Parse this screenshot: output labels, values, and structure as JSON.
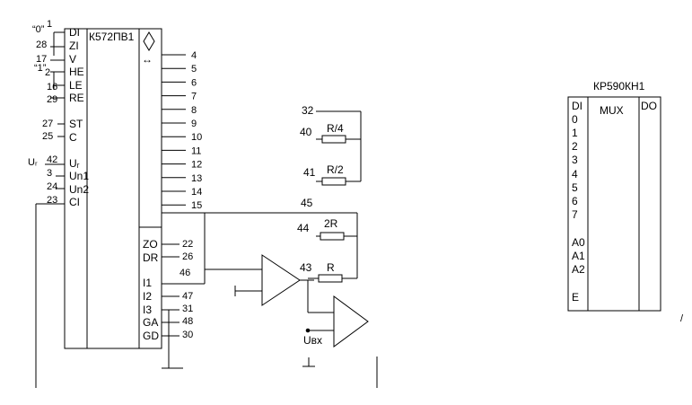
{
  "adc": {
    "title": "К572ПВ1",
    "left_pins": [
      {
        "num": "1",
        "name": "DI",
        "prefix": "“0”"
      },
      {
        "num": "28",
        "name": "ZI"
      },
      {
        "num": "17",
        "name": "V"
      },
      {
        "num": "2",
        "name": "HE",
        "prefix": "“1”"
      },
      {
        "num": "16",
        "name": "LE"
      },
      {
        "num": "29",
        "name": "RE"
      },
      {
        "num": "27",
        "name": "ST"
      },
      {
        "num": "25",
        "name": "C"
      },
      {
        "num": "42",
        "name": "Uᵣ",
        "prefix": "Uᵣ"
      },
      {
        "num": "3",
        "name": "Un1"
      },
      {
        "num": "24",
        "name": "Un2"
      },
      {
        "num": "23",
        "name": "CI"
      }
    ],
    "data_outputs": [
      "4",
      "5",
      "6",
      "7",
      "8",
      "9",
      "10",
      "11",
      "12",
      "13",
      "14",
      "15"
    ],
    "lower_right_pins": [
      {
        "name": "ZO",
        "num": "22"
      },
      {
        "name": "DR",
        "num": "26"
      },
      {
        "name": "",
        "num": "46"
      },
      {
        "name": "I1",
        "num": ""
      },
      {
        "name": "I2",
        "num": "47"
      },
      {
        "name": "I3",
        "num": "31"
      },
      {
        "name": "GA",
        "num": "48"
      },
      {
        "name": "GD",
        "num": "30"
      }
    ],
    "arrow_symbol": "↔"
  },
  "resistors": [
    {
      "pin": "32",
      "label": ""
    },
    {
      "pin": "40",
      "label": "R/4"
    },
    {
      "pin": "41",
      "label": "R/2"
    },
    {
      "pin": "45",
      "label": ""
    },
    {
      "pin": "44",
      "label": "2R"
    },
    {
      "pin": "43",
      "label": "R"
    }
  ],
  "input_label": "Uвх",
  "mux": {
    "title": "КР590КН1",
    "center_label": "MUX",
    "output_label": "DO",
    "pins": [
      "DI",
      "0",
      "1",
      "2",
      "3",
      "4",
      "5",
      "6",
      "7",
      "A0",
      "A1",
      "A2",
      "E"
    ]
  }
}
